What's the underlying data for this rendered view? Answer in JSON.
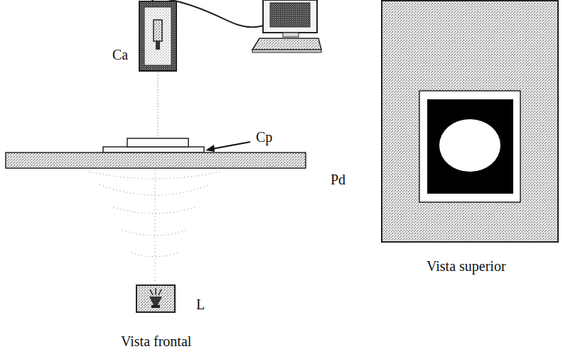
{
  "diagram": {
    "labels": [
      "Ca",
      "Cp",
      "Pd",
      "L",
      "Vista superior",
      "Vista frontal"
    ]
  }
}
